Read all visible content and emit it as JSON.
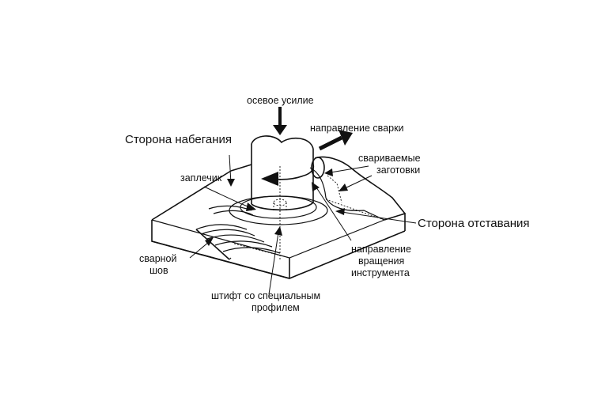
{
  "labels": {
    "axial_force": "осевое усилие",
    "welding_direction": "направление сварки",
    "advancing_side": "Сторона набегания",
    "workpieces_line1": "свариваемые",
    "workpieces_line2": "заготовки",
    "shoulder": "заплечик",
    "retreating_side": "Сторона отставания",
    "weld_line1": "сварной",
    "weld_line2": "шов",
    "rotation_line1": "направление",
    "rotation_line2": "вращения",
    "rotation_line3": "инструмента",
    "pin_line1": "штифт со специальным",
    "pin_line2": "профилем"
  }
}
